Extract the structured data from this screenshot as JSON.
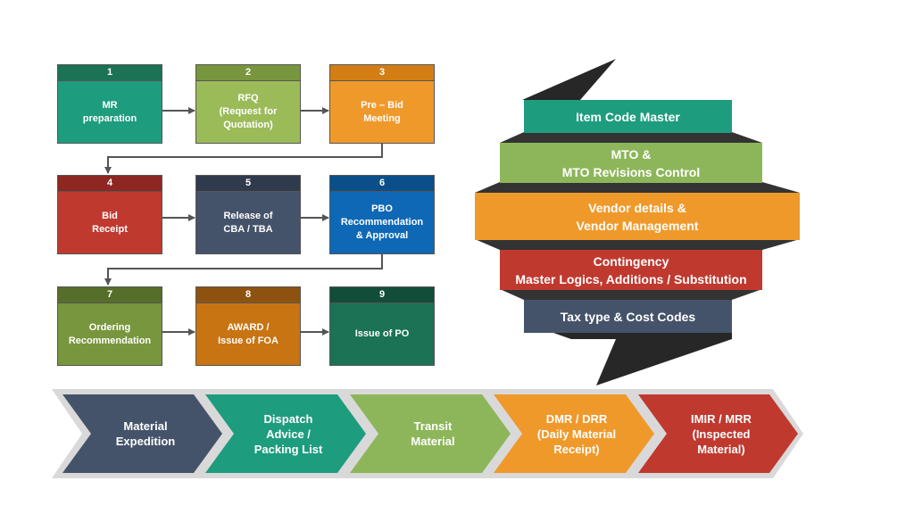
{
  "colors": {
    "teal": "#1e9c7e",
    "olive_light": "#8db65a",
    "orange": "#f0992b",
    "red": "#c0392f",
    "slate": "#45536a",
    "blue": "#0f68b5",
    "olive": "#78963d",
    "amber": "#c87413",
    "dark_teal": "#1b7255"
  },
  "steps": [
    {
      "num": "1",
      "label": "MR\npreparation"
    },
    {
      "num": "2",
      "label": "RFQ\n(Request for\nQuotation)"
    },
    {
      "num": "3",
      "label": "Pre – Bid\nMeeting"
    },
    {
      "num": "4",
      "label": "Bid\nReceipt"
    },
    {
      "num": "5",
      "label": "Release of\nCBA / TBA"
    },
    {
      "num": "6",
      "label": "PBO\nRecommendation\n& Approval"
    },
    {
      "num": "7",
      "label": "Ordering\nRecommendation"
    },
    {
      "num": "8",
      "label": "AWARD /\nIssue of FOA"
    },
    {
      "num": "9",
      "label": "Issue of PO"
    }
  ],
  "ribbon": [
    "Item Code Master",
    "MTO &\nMTO Revisions Control",
    "Vendor details &\nVendor Management",
    "Contingency\nMaster Logics, Additions  / Substitution",
    "Tax type & Cost Codes"
  ],
  "chevrons": [
    "Material\nExpedition",
    "Dispatch\nAdvice /\nPacking List",
    "Transit\nMaterial",
    "DMR / DRR\n(Daily Material\nReceipt)",
    "IMIR / MRR\n(Inspected\nMaterial)"
  ]
}
